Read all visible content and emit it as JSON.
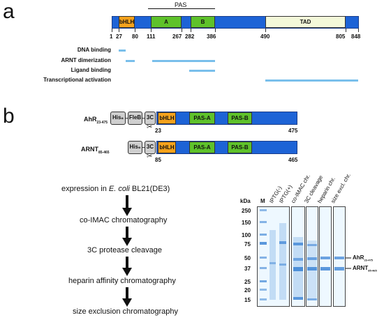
{
  "panel_a": {
    "letter": "a",
    "pas_label": "PAS",
    "domains": [
      "bHLH",
      "A",
      "B",
      "TAD"
    ],
    "positions": [
      "1",
      "27",
      "80",
      "111",
      "267",
      "282",
      "386",
      "490",
      "805",
      "848"
    ],
    "functions": [
      "DNA binding",
      "ARNT dimerization",
      "Ligand binding",
      "Transcriptional activation"
    ]
  },
  "panel_b": {
    "letter": "b",
    "ahr": {
      "name_main": "AhR",
      "name_sub": "23-475",
      "tags": [
        "His₆",
        "FleB",
        "3C"
      ],
      "domains": [
        "bHLH",
        "PAS-A",
        "PAS-B"
      ],
      "start": "23",
      "end": "475"
    },
    "arnt": {
      "name_main": "ARNT",
      "name_sub": "85-465",
      "tags": [
        "His₆",
        "3C"
      ],
      "domains": [
        "bHLH",
        "PAS-A",
        "PAS-B"
      ],
      "start": "85",
      "end": "465"
    },
    "scissors_glyph": "✂",
    "workflow": {
      "step1_pre": "expression in ",
      "step1_italic": "E. coli",
      "step1_post": " BL21(DE3)",
      "step2": "co-IMAC chromatography",
      "step3": "3C protease cleavage",
      "step4": "heparin affinity chromatography",
      "step5": "size exclusion chromatography"
    },
    "gel": {
      "kda_label": "kDa",
      "marker_label": "M",
      "marker_values": [
        "250",
        "150",
        "100",
        "75",
        "50",
        "37",
        "25",
        "20",
        "15"
      ],
      "lanes": [
        "IPTG(-)",
        "IPTG(+)",
        "co-IMAC chr.",
        "3C cleavage",
        "heparin chr.",
        "size excl. chr."
      ],
      "band_labels": [
        {
          "main": "AhR",
          "sub": "23-475"
        },
        {
          "main": "ARNT",
          "sub": "85-465"
        }
      ]
    }
  },
  "colors": {
    "protein_blue": "#1d63d6",
    "bhlh_orange": "#f5a21c",
    "pas_green": "#5ec22b",
    "tad_pale": "#f3f8d9",
    "function_bar": "#79bfeb",
    "gel_band": "#3f86d6"
  }
}
